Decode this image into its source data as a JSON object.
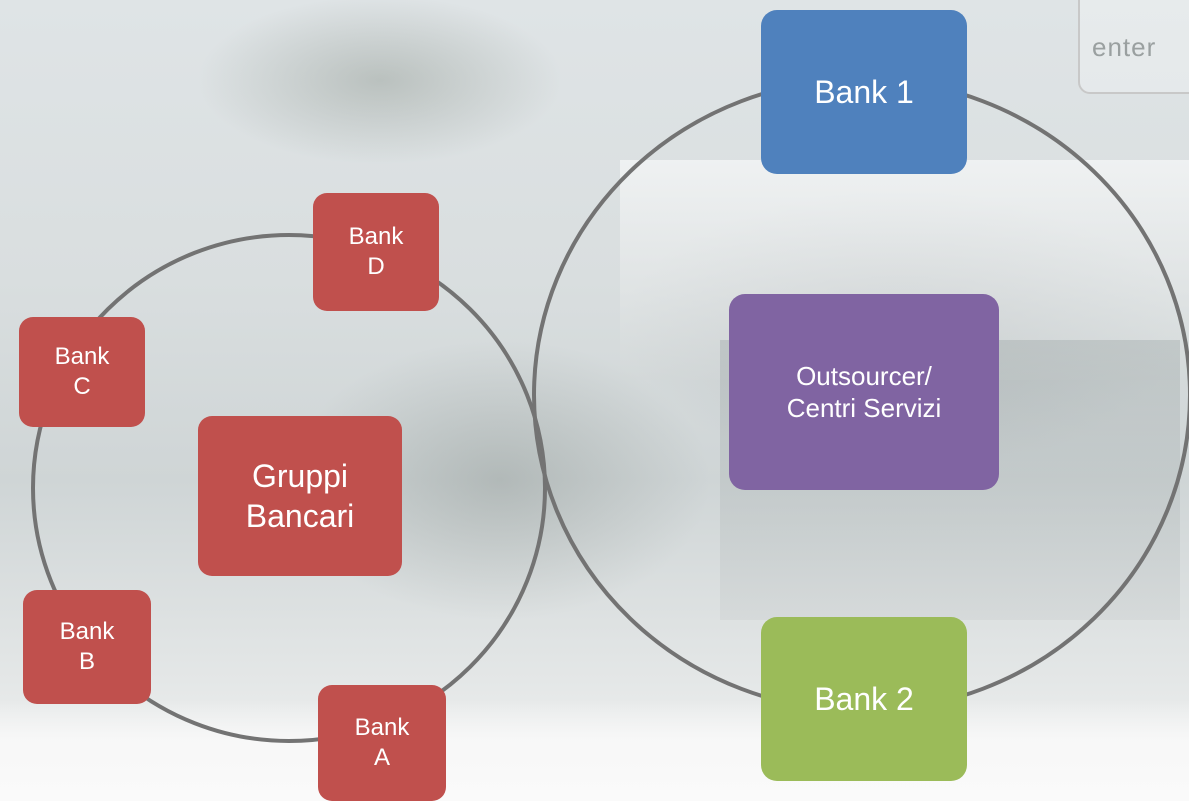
{
  "nodes": {
    "bank_d": "Bank\nD",
    "bank_c": "Bank\nC",
    "bank_b": "Bank\nB",
    "bank_a": "Bank\nA",
    "gruppi_bancari": "Gruppi\nBancari",
    "bank_1": "Bank 1",
    "outsourcer": "Outsourcer/\nCentri Servizi",
    "bank_2": "Bank 2"
  },
  "logo": {
    "text": "enter"
  },
  "colors": {
    "red": "#c0504d",
    "blue": "#4f81bd",
    "green": "#9bbb59",
    "purple": "#8064a2",
    "circle_stroke": "#737373"
  }
}
